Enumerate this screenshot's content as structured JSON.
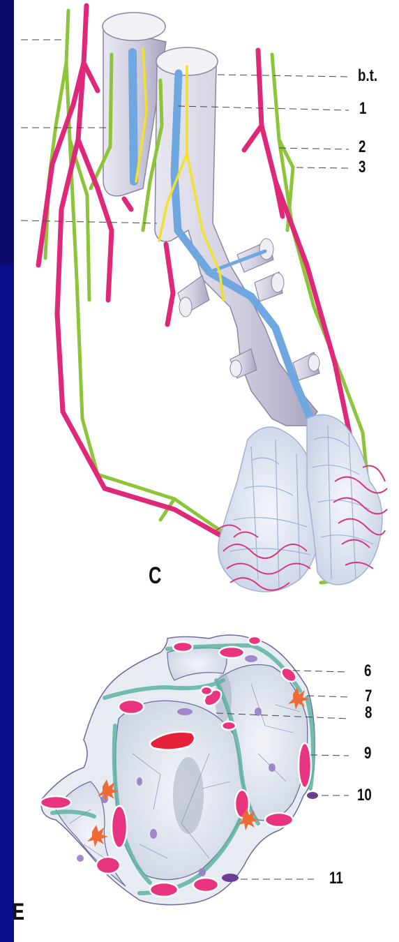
{
  "labels": {
    "bt": "b.t.",
    "l1": "1",
    "l2": "2",
    "l3": "3",
    "panel_c": "C",
    "l6": "6",
    "l7": "7",
    "l8": "8",
    "l9": "9",
    "l10": "10",
    "l11": "11",
    "panel_e": "E"
  },
  "colors": {
    "artery": "#e0287a",
    "nerve_green": "#8cc43a",
    "vein_blue": "#6fa8e0",
    "yellow": "#f2e12a",
    "bronchus": "#b9b5cf",
    "capillary_fill": "#e8347f",
    "side_bar": "#0b0c8a"
  }
}
